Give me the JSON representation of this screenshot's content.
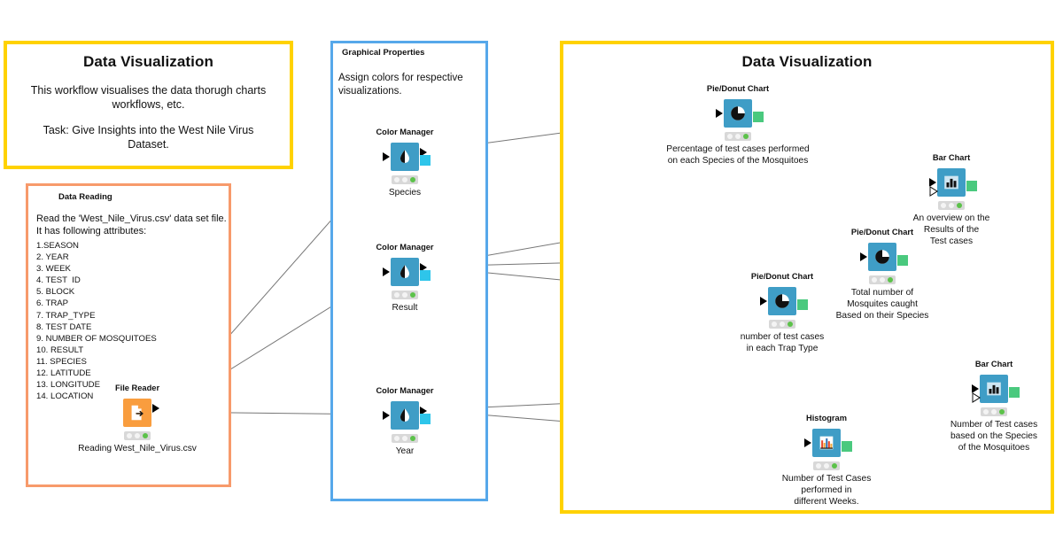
{
  "panels": {
    "left_note": {
      "title": "Data Visualization",
      "line1": "This workflow visualises the data thorugh charts workflows, etc.",
      "line2": "Task: Give Insights into the West Nile Virus Dataset.",
      "border_color": "#ffd200"
    },
    "data_reading": {
      "title": "Data Reading",
      "intro": "Read the 'West_Nile_Virus.csv' data set file. It has following attributes:",
      "attributes": [
        "1.SEASON",
        "2. YEAR",
        "3. WEEK",
        "4. TEST  ID",
        "5. BLOCK",
        "6. TRAP",
        "7. TRAP_TYPE",
        "8. TEST DATE",
        "9. NUMBER OF MOSQUITOES",
        "10. RESULT",
        "11. SPECIES",
        "12. LATITUDE",
        "13. LONGITUDE",
        "14. LOCATION"
      ],
      "border_color": "#f79a6b"
    },
    "graphical_properties": {
      "title": "Graphical Properties",
      "body": "Assign colors for respective visualizations.",
      "border_color": "#56a8ea"
    },
    "right_note": {
      "title": "Data Visualization",
      "border_color": "#ffd200"
    }
  },
  "nodes": {
    "file_reader": {
      "title": "File Reader",
      "caption": "Reading West_Nile_Virus.csv",
      "icon": "file-reader-icon",
      "body_color": "#f99d3e",
      "status": [
        "inactive",
        "inactive",
        "green"
      ]
    },
    "color_manager_species": {
      "title": "Color Manager",
      "caption": "Species",
      "icon": "color-drop-icon",
      "body_color": "#3f9dc6",
      "status": [
        "inactive",
        "inactive",
        "green"
      ]
    },
    "color_manager_result": {
      "title": "Color Manager",
      "caption": "Result",
      "icon": "color-drop-icon",
      "body_color": "#3f9dc6",
      "status": [
        "inactive",
        "inactive",
        "green"
      ]
    },
    "color_manager_year": {
      "title": "Color Manager",
      "caption": "Year",
      "icon": "color-drop-icon",
      "body_color": "#3f9dc6",
      "status": [
        "inactive",
        "inactive",
        "green"
      ]
    },
    "pie_species": {
      "title": "Pie/Donut Chart",
      "caption": "Percentage of test cases performed\non each Species of the Mosquitoes",
      "caption_lines": [
        "Percentage of test cases performed",
        "on each Species of the Mosquitoes"
      ],
      "icon": "pie-chart-icon",
      "body_color": "#3f9dc6",
      "status": [
        "inactive",
        "inactive",
        "green"
      ]
    },
    "bar_results": {
      "title": "Bar Chart",
      "caption_lines": [
        "An overview on the",
        "Results of the",
        "Test cases"
      ],
      "icon": "bar-chart-icon",
      "body_color": "#3f9dc6",
      "status": [
        "inactive",
        "inactive",
        "green"
      ]
    },
    "pie_species_total": {
      "title": "Pie/Donut Chart",
      "caption_lines": [
        "Total number of",
        "Mosquites caught",
        "Based on their Species"
      ],
      "icon": "pie-chart-icon",
      "body_color": "#3f9dc6",
      "status": [
        "inactive",
        "inactive",
        "green"
      ]
    },
    "pie_trap_type": {
      "title": "Pie/Donut Chart",
      "caption_lines": [
        "number of test cases",
        "in each Trap Type"
      ],
      "icon": "pie-chart-icon",
      "body_color": "#3f9dc6",
      "status": [
        "inactive",
        "inactive",
        "green"
      ]
    },
    "bar_species": {
      "title": "Bar Chart",
      "caption_lines": [
        "Number of Test cases",
        "based on the Species",
        "of the Mosquitoes"
      ],
      "icon": "bar-chart-icon",
      "body_color": "#3f9dc6",
      "status": [
        "inactive",
        "inactive",
        "green"
      ]
    },
    "histogram_weeks": {
      "title": "Histogram",
      "caption_lines": [
        "Number of Test Cases",
        "performed in",
        "different Weeks."
      ],
      "icon": "histogram-icon",
      "body_color": "#3f9dc6",
      "status": [
        "inactive",
        "inactive",
        "green"
      ]
    }
  },
  "colors": {
    "node_teal": "#3f9dc6",
    "node_orange": "#f99d3e",
    "port_green": "#4ac97e",
    "port_cyan": "#2ec5ea",
    "status_green": "#5cc24a",
    "connector": "#767676"
  }
}
